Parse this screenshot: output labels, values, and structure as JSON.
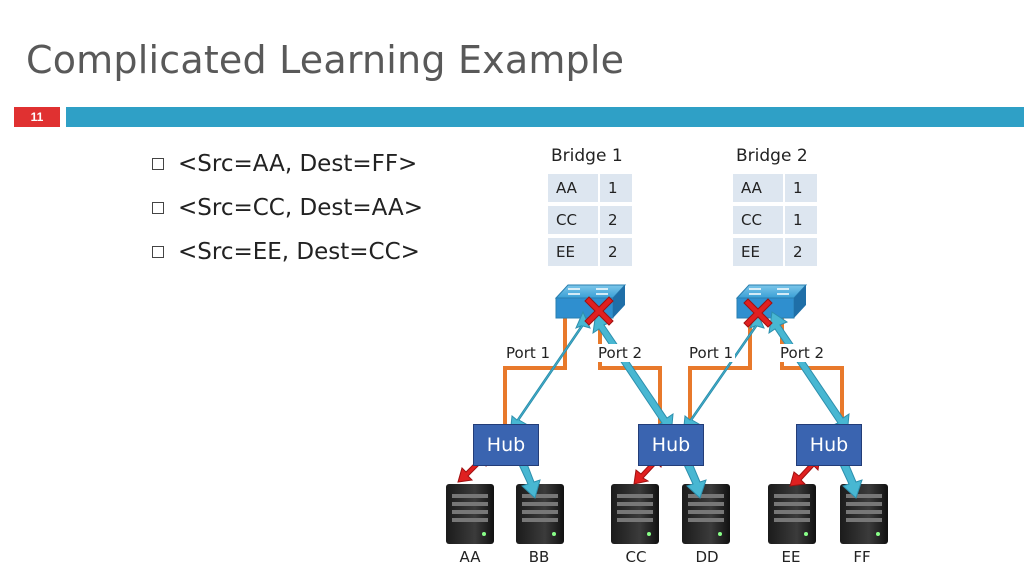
{
  "slide": {
    "title": "Complicated Learning Example",
    "number": "11"
  },
  "bullets": [
    "<Src=AA, Dest=FF>",
    "<Src=CC, Dest=AA>",
    "<Src=EE, Dest=CC>"
  ],
  "bridges": [
    {
      "label": "Bridge 1",
      "table": [
        {
          "mac": "AA",
          "port": "1"
        },
        {
          "mac": "CC",
          "port": "2"
        },
        {
          "mac": "EE",
          "port": "2"
        }
      ],
      "port1": "Port 1",
      "port2": "Port 2"
    },
    {
      "label": "Bridge 2",
      "table": [
        {
          "mac": "AA",
          "port": "1"
        },
        {
          "mac": "CC",
          "port": "1"
        },
        {
          "mac": "EE",
          "port": "2"
        }
      ],
      "port1": "Port 1",
      "port2": "Port 2"
    }
  ],
  "hubs": [
    "Hub",
    "Hub",
    "Hub"
  ],
  "hosts": [
    "AA",
    "BB",
    "CC",
    "DD",
    "EE",
    "FF"
  ],
  "colors": {
    "title_bar": "#2fa0c6",
    "slide_number_bg": "#e03131",
    "hub": "#3a64b0",
    "arrow_teal": "#48b7d2",
    "arrow_red": "#e02020",
    "link_orange": "#e8792b",
    "table_cell": "#dde6f0"
  }
}
